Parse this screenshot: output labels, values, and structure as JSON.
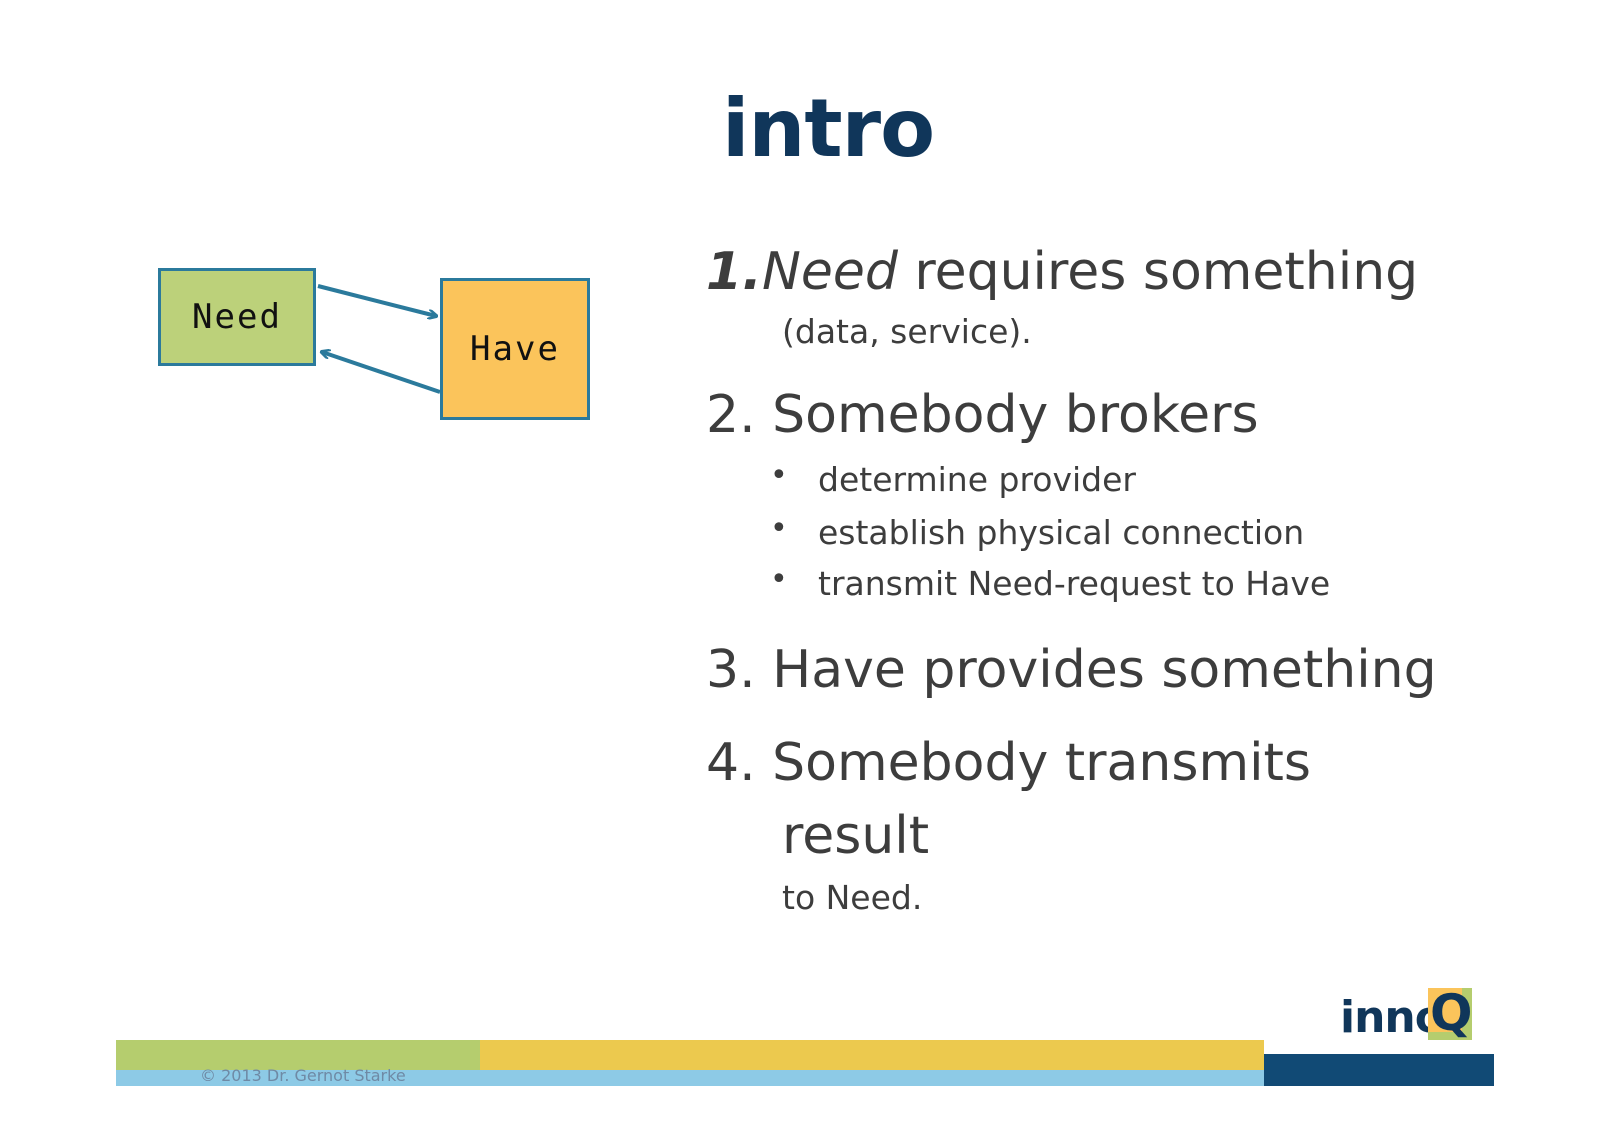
{
  "slide": {
    "title": "intro"
  },
  "diagram": {
    "need_label": "Need",
    "have_label": "Have",
    "colors": {
      "need_fill": "#bcd17a",
      "have_fill": "#fbc45b",
      "stroke": "#2b7a9c"
    }
  },
  "list": {
    "item1": {
      "num": "1.",
      "em": "Need",
      "rest": " requires something",
      "sub": "(data, service)."
    },
    "item2": {
      "num": "2.",
      "text": "Somebody brokers",
      "bullets": [
        "determine provider",
        "establish physical connection",
        "transmit Need-request to Have"
      ]
    },
    "item3": {
      "num": "3.",
      "text": "Have provides something"
    },
    "item4": {
      "num": "4.",
      "text": "Somebody transmits",
      "text2": "result",
      "sub": "to Need."
    }
  },
  "footer": {
    "copyright": "© 2013 Dr. Gernot Starke",
    "logo_text": "inno",
    "logo_letter": "Q"
  }
}
